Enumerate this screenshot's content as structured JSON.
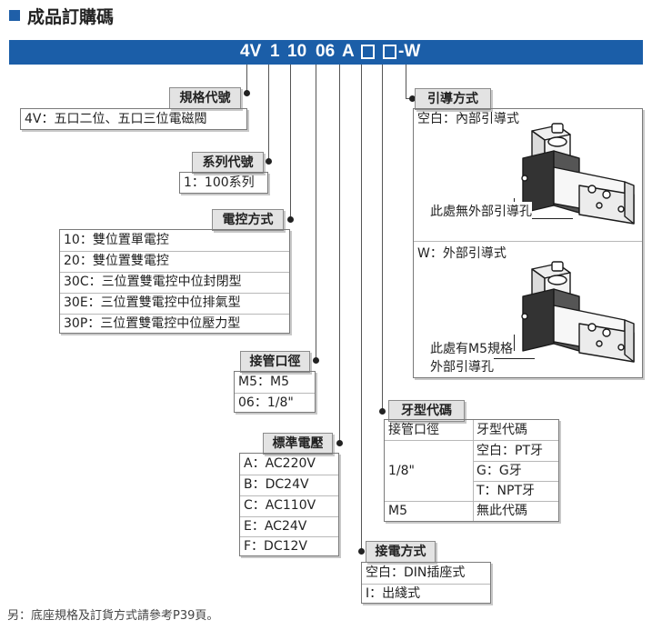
{
  "header": {
    "title": "成品訂購碼"
  },
  "code": {
    "model": "4V",
    "seg1": "1",
    "seg2": "10",
    "seg3": "06",
    "seg4": "A",
    "seg5": "-W"
  },
  "spec": {
    "label": "規格代號",
    "rows": [
      "4V：五口二位、五口三位電磁閥"
    ]
  },
  "series": {
    "label": "系列代號",
    "rows": [
      "1：100系列"
    ]
  },
  "control": {
    "label": "電控方式",
    "rows": [
      "10：雙位置單電控",
      "20：雙位置雙電控",
      "30C：三位置雙電控中位封閉型",
      "30E：三位置雙電控中位排氣型",
      "30P：三位置雙電控中位壓力型"
    ]
  },
  "port": {
    "label": "接管口徑",
    "rows": [
      "M5：M5",
      "06：1/8\""
    ]
  },
  "voltage": {
    "label": "標準電壓",
    "rows": [
      "A：AC220V",
      "B：DC24V",
      "C：AC110V",
      "E：AC24V",
      "F：DC12V"
    ]
  },
  "electric": {
    "label": "接電方式",
    "rows": [
      "空白：DIN插座式",
      "I：出綫式"
    ]
  },
  "thread": {
    "label": "牙型代碼",
    "head_port": "接管口徑",
    "head_thread": "牙型代碼",
    "port_18": "1/8\"",
    "opt_pt": "空白：PT牙",
    "opt_g": "G：G牙",
    "opt_npt": "T：NPT牙",
    "port_m5": "M5",
    "opt_none": "無此代碼"
  },
  "pilot": {
    "label": "引導方式",
    "internal": "空白：內部引導式",
    "internal_note": "此處無外部引導孔",
    "external": "W：外部引導式",
    "external_note_1": "此處有M5規格",
    "external_note_2": "外部引導孔"
  },
  "footer": {
    "note": "另：底座規格及訂貨方式請參考P39頁。"
  },
  "colors": {
    "brand": "#1b5ea8",
    "label_bg": "#e3e3e3",
    "border": "#7a7a7a"
  }
}
